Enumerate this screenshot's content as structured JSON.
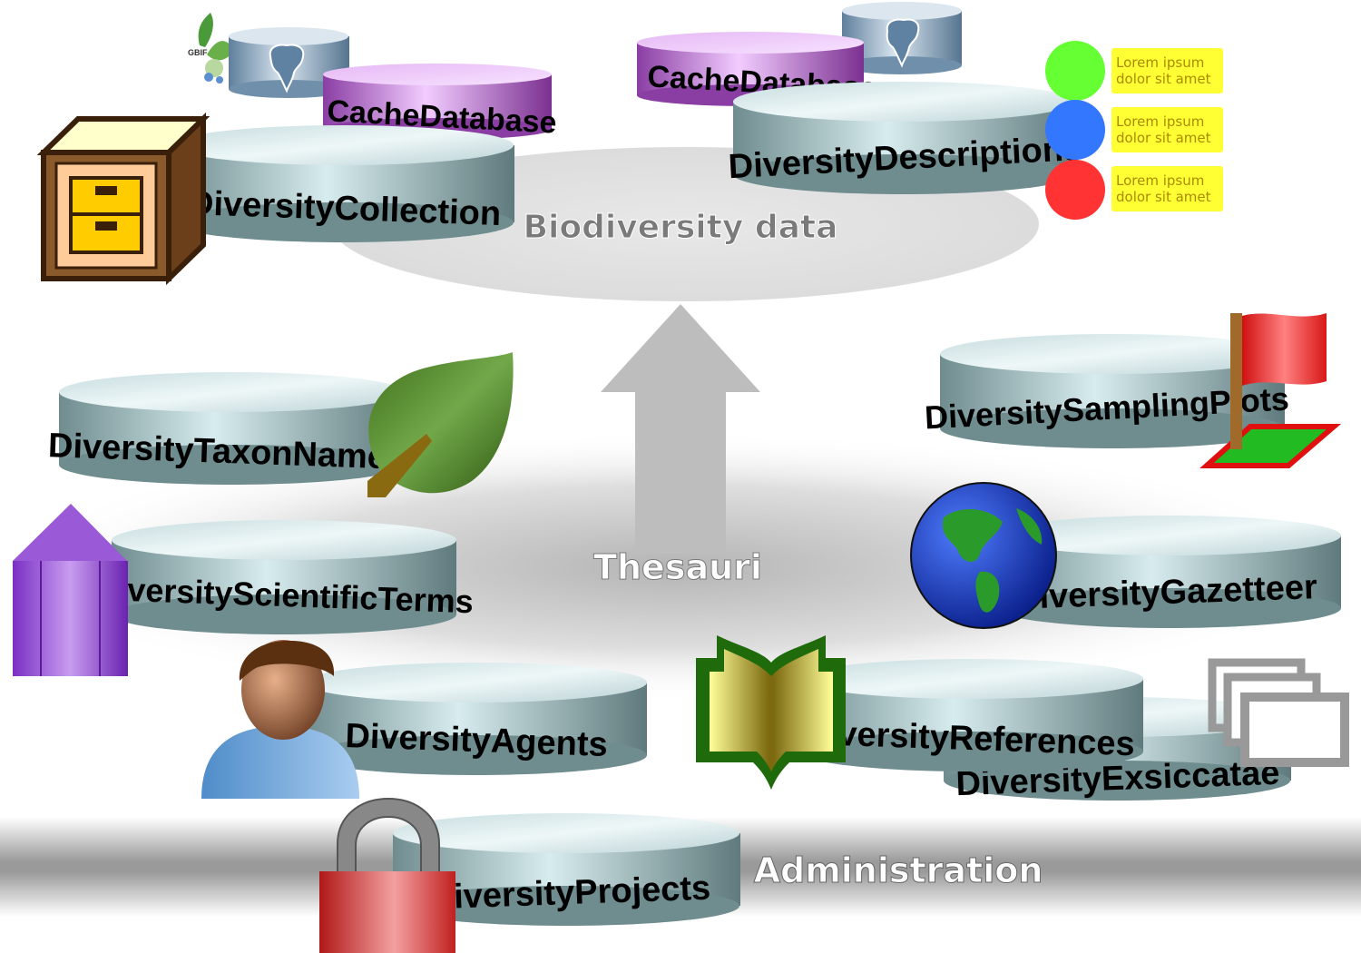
{
  "sections": {
    "biodiversity": "Biodiversity data",
    "thesauri": "Thesauri",
    "administration": "Administration"
  },
  "modules": {
    "collection": "DiversityCollection",
    "descriptions": "DiversityDescriptions",
    "cache_left": "CacheDatabase",
    "cache_right": "CacheDatabase",
    "taxon_names": "DiversityTaxonNames",
    "sampling_plots": "DiversitySamplingPlots",
    "scientific_terms": "DiversityScientificTerms",
    "gazetteer": "DiversityGazetteer",
    "agents": "DiversityAgents",
    "references": "DiversityReferences",
    "exsiccatae": "DiversityExsiccatae",
    "projects": "DiversityProjects"
  },
  "gbif_label": "GBIF",
  "legend": [
    {
      "color": "#66ff33",
      "line1": "Lorem ipsum",
      "line2": "dolor sit amet"
    },
    {
      "color": "#3377ff",
      "line1": "Lorem ipsum",
      "line2": "dolor sit amet"
    },
    {
      "color": "#ff3333",
      "line1": "Lorem ipsum",
      "line2": "dolor sit amet"
    }
  ],
  "colors": {
    "disk_body": "#8fb4b8",
    "disk_top": "#d6e8ea",
    "cache_body": "#b066c8",
    "postgres_body": "#7f9fb8",
    "legend_box": "#ffff33"
  }
}
